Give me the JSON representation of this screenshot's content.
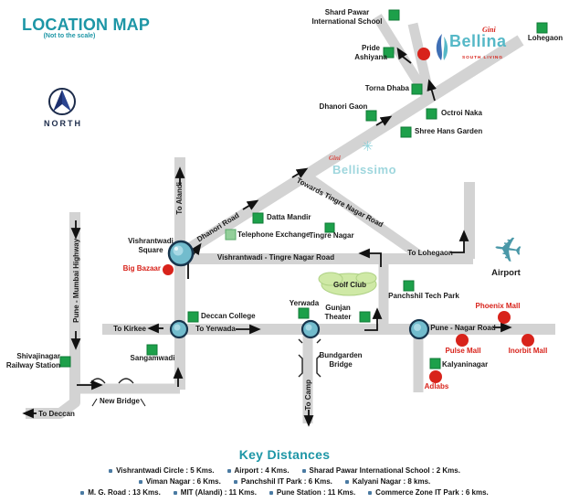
{
  "header": {
    "title": "LOCATION MAP",
    "subtitle": "(Not to the scale)"
  },
  "compass": {
    "label": "NORTH"
  },
  "logos": {
    "bellina": {
      "brand": "Gini",
      "name": "Bellina",
      "tagline": "SOUTH LIVING"
    },
    "bellissimo": {
      "brand": "Gini",
      "name": "Bellissimo"
    }
  },
  "icons": {
    "plane": "✈",
    "sparkle": "✳"
  },
  "road_labels": {
    "to_alandi": "To Alandi",
    "dhanori_road": "Dhanori Road",
    "towards_tingre": "Towards Tingre Nagar Road",
    "vishrantwadi_tingre": "Vishrantwadi - Tingre Nagar Road",
    "to_lohegaon": "To Lohegaon",
    "pune_mumbai_highway": "Pune - Mumbai Highway",
    "to_deccan": "To Deccan",
    "new_bridge": "New Bridge",
    "to_kirkee": "To Kirkee",
    "to_yerwada": "To Yerwada",
    "pune_nagar_road": "Pune - Nagar Road",
    "to_camp": "To Camp",
    "bundgarden_bridge": "Bundgarden\nBridge",
    "vishrantwadi_square": "Vishrantwadi\nSquare"
  },
  "places": {
    "green": [
      {
        "label": "Shard Pawar\nInternational School"
      },
      {
        "label": "Pride\nAshiyana"
      },
      {
        "label": "Lohegaon"
      },
      {
        "label": "Torna Dhaba"
      },
      {
        "label": "Dhanori Gaon"
      },
      {
        "label": "Octroi Naka"
      },
      {
        "label": "Shree Hans Garden"
      },
      {
        "label": "Datta Mandir"
      },
      {
        "label": "Telephone Exchange"
      },
      {
        "label": "Tingre Nagar"
      },
      {
        "label": "Deccan College"
      },
      {
        "label": "Sangamwadi"
      },
      {
        "label": "Yerwada"
      },
      {
        "label": "Gunjan\nTheater"
      },
      {
        "label": "Panchshil Tech Park"
      },
      {
        "label": "Kalyaninagar"
      },
      {
        "label": "Shivajinagar\nRailway Station"
      }
    ],
    "red": [
      {
        "label": "Big Bazaar"
      },
      {
        "label": "Phoenix Mall"
      },
      {
        "label": "Pulse Mall"
      },
      {
        "label": "Inorbit Mall"
      },
      {
        "label": "Adlabs"
      }
    ],
    "areas": {
      "golf_club": "Golf Club"
    },
    "airport": "Airport"
  },
  "key_distances": {
    "heading": "Key Distances",
    "lines": [
      [
        "Vishrantwadi Circle : 5 Kms.",
        "Airport : 4 Kms.",
        "Sharad Pawar International School : 2 Kms."
      ],
      [
        "Viman Nagar : 6 Kms.",
        "Panchshil IT Park : 6 Kms.",
        "Kalyani Nagar : 8 kms."
      ],
      [
        "M. G. Road : 13 Kms.",
        "MIT (Alandi) : 11 Kms.",
        "Pune Station : 11 Kms.",
        "Commerce Zone IT Park : 6 kms."
      ]
    ]
  },
  "colors": {
    "accent_teal": "#1d96a6",
    "road_gray": "#d3d3d3",
    "landmark_green": "#1da04a",
    "landmark_light_green": "#93cf9a",
    "marker_red": "#d8231b",
    "roundabout_teal": "#72bccd",
    "navy": "#1c2f6e"
  }
}
